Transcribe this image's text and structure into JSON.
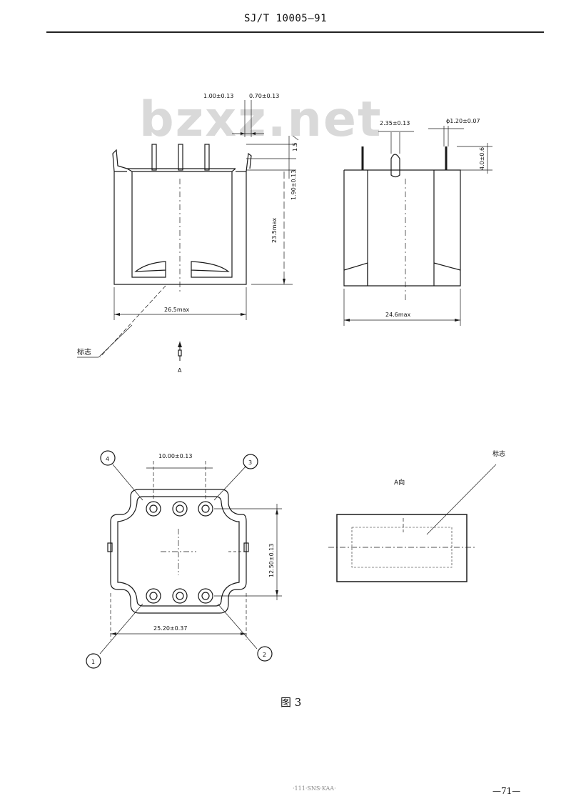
{
  "header": {
    "standard_no": "SJ/T 10005—91"
  },
  "watermark": "bzxz.net",
  "side_view": {
    "dim_pin_spacing": "1.00±0.13",
    "dim_pin_width": "0.70±0.13",
    "dim_pin_len": "1.5",
    "dim_step": "1.90±0.13",
    "dim_height": "23.5max",
    "dim_width": "26.5max",
    "label_mark": "标志",
    "view_arrow": "A"
  },
  "front_view": {
    "dim_lug": "2.35±0.13",
    "dim_pin_dia": "ϕ1.20±0.07",
    "dim_pin_height": "4.0±0.6",
    "dim_width": "24.6max"
  },
  "bottom_view": {
    "pin_labels": [
      "1",
      "2",
      "3",
      "4"
    ],
    "dim_pitch": "10.00±0.13",
    "dim_row": "12.50±0.13",
    "dim_body": "25.20±0.37"
  },
  "view_a": {
    "title": "A向",
    "label_mark": "标志"
  },
  "figure_caption": "图 3",
  "footer": {
    "page": "—71—",
    "middle": "·111·SNS·KAA·"
  }
}
